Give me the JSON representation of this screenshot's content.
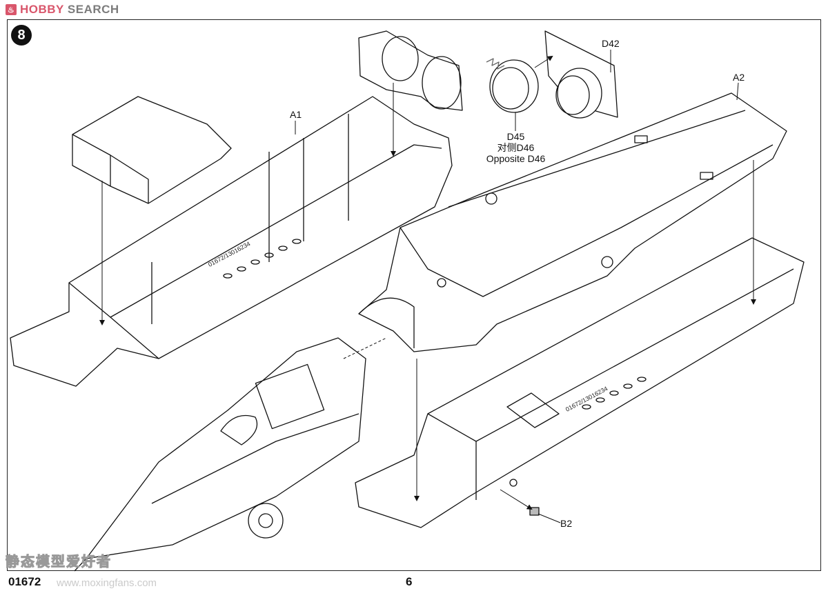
{
  "header": {
    "logo_text_1": "HOBBY",
    "logo_text_2": "SEARCH"
  },
  "step": {
    "number": "8"
  },
  "parts": {
    "a1": "A1",
    "a2": "A2",
    "d42": "D42",
    "d45": "D45",
    "d46_cn": "对侧D46",
    "d46_en": "Opposite D46",
    "b2": "B2"
  },
  "molding_text": {
    "left": "01672/13016234",
    "right": "01672/13016234"
  },
  "footer": {
    "kit_number": "01672",
    "page_number": "6"
  },
  "watermark": {
    "cn": "静态模型爱好者",
    "url": "www.moxingfans.com"
  }
}
